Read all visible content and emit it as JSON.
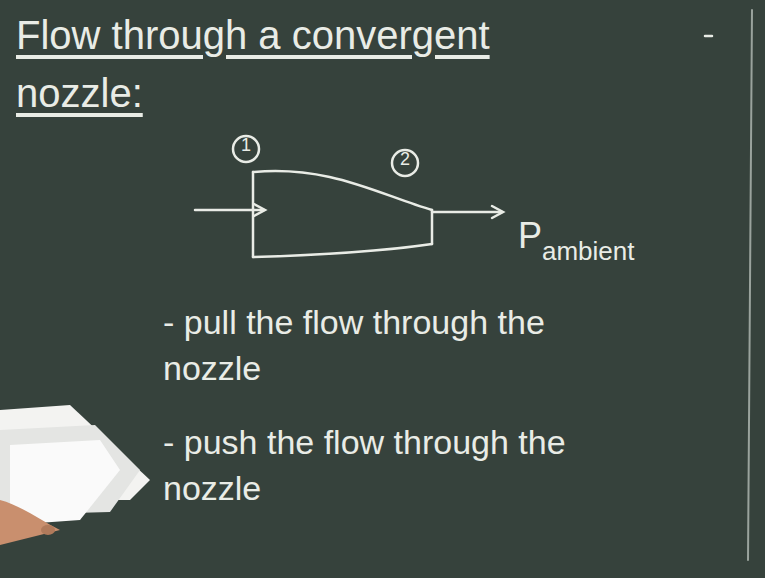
{
  "diagram": {
    "title": "Flow through a convergent nozzle:",
    "labels": [
      "1",
      "2",
      "P",
      "ambient",
      "- pull the flow through the nozzle",
      "- push the flow through the nozzle"
    ]
  }
}
